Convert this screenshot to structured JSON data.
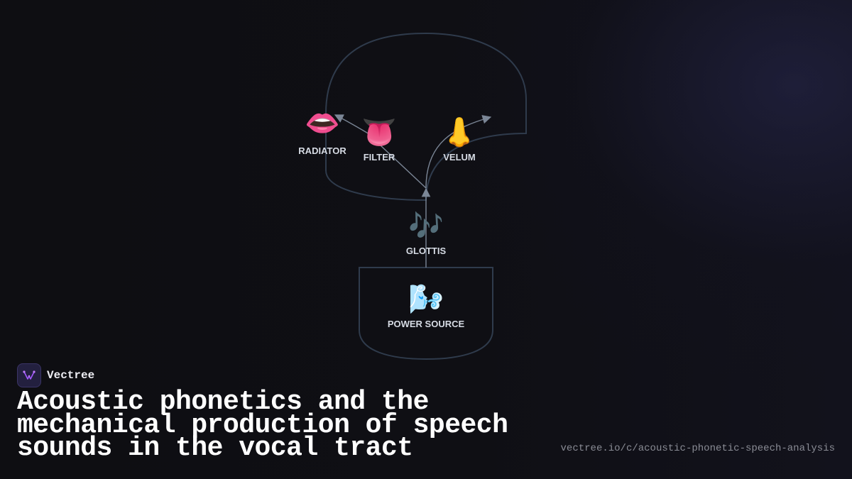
{
  "diagram": {
    "nodes": {
      "radiator": {
        "label": "RADIATOR",
        "icon": "lips-icon",
        "glyph": "👄"
      },
      "filter": {
        "label": "FILTER",
        "icon": "tongue-icon",
        "glyph": "👅"
      },
      "velum": {
        "label": "VELUM",
        "icon": "nose-icon",
        "glyph": "👃"
      },
      "glottis": {
        "label": "GLOTTIS",
        "icon": "music-notes-icon",
        "glyph": "🎶"
      },
      "power_source": {
        "label": "POWER SOURCE",
        "icon": "wind-icon",
        "glyph": "🌬️"
      }
    },
    "edges": [
      {
        "from": "power_source",
        "to": "glottis"
      },
      {
        "from": "glottis",
        "to": "radiator"
      },
      {
        "from": "glottis",
        "to": "velum"
      }
    ]
  },
  "brand": {
    "name": "Vectree"
  },
  "title": "Acoustic phonetics and the mechanical production of speech sounds in the vocal tract",
  "url": "vectree.io/c/acoustic-phonetic-speech-analysis"
}
